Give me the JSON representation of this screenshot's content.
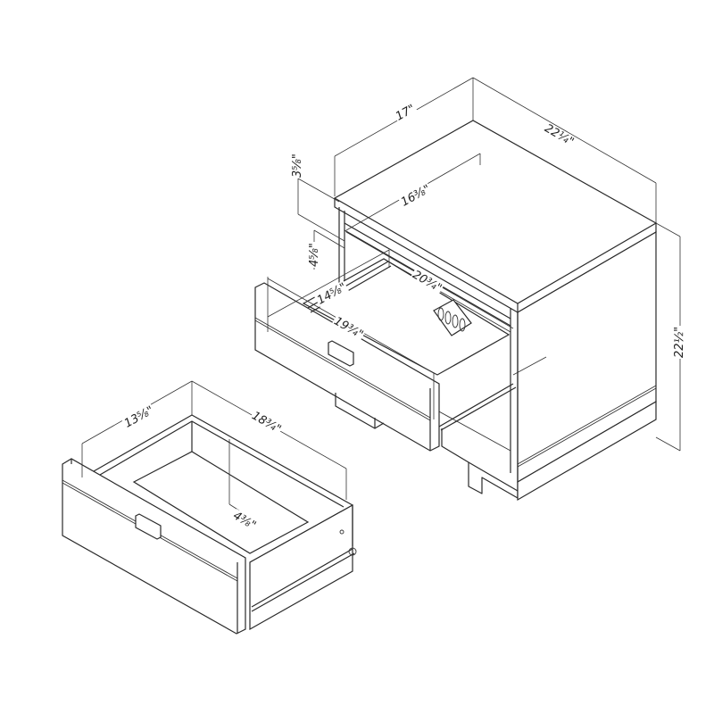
{
  "diagram": {
    "subject": "Nightstand with two drawers – dimension drawing",
    "colors": {
      "line": "#2a2a2a",
      "background": "#ffffff"
    },
    "dimensions": {
      "top_depth": "17\"",
      "top_width": "22¼\"",
      "top_gap_height": "3⅝\"",
      "inner_depth_top": "16⅜\"",
      "drawer_opening_height": "4⅝\"",
      "upper_drawer_depth": "14⅝\"",
      "inner_width": "20¾\"",
      "upper_drawer_width": "19¾\"",
      "overall_height": "22½\"",
      "lower_drawer_depth": "13⅝\"",
      "lower_drawer_width": "18¾\"",
      "lower_drawer_inner_height": "4⅜\""
    }
  }
}
